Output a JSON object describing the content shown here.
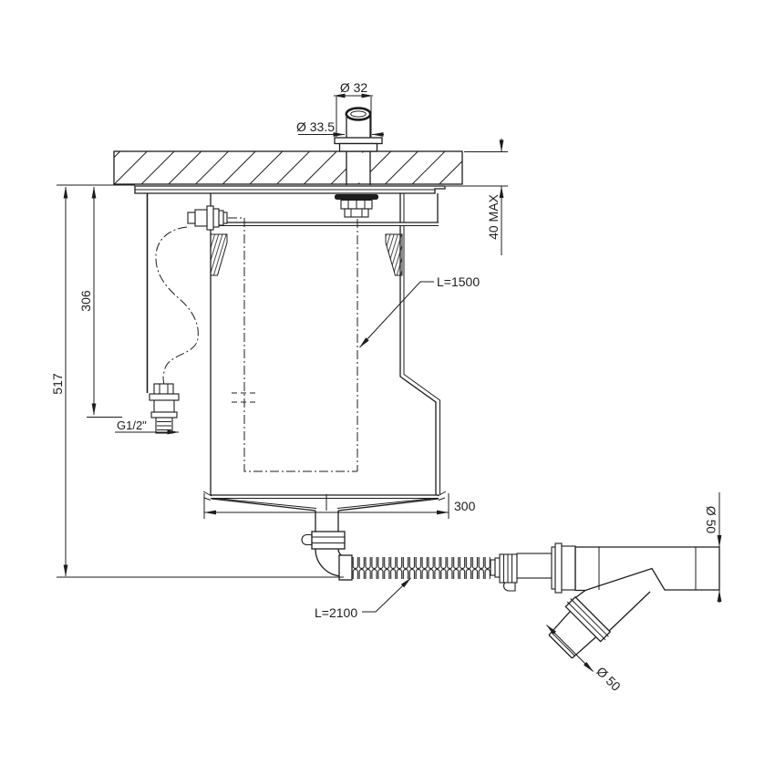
{
  "drawing": {
    "dimensions": {
      "top_diameter": "Ø 32",
      "flange_diameter": "Ø 33.5",
      "counter_max": "40 MAX",
      "height_306": "306",
      "height_517": "517",
      "inlet_thread": "G1/2\"",
      "inlet_hose_length": "L=1500",
      "base_width": "300",
      "outlet_diameter": "Ø 50",
      "drain_hose_length": "L=2100",
      "branch_diameter": "Ø 50"
    }
  }
}
